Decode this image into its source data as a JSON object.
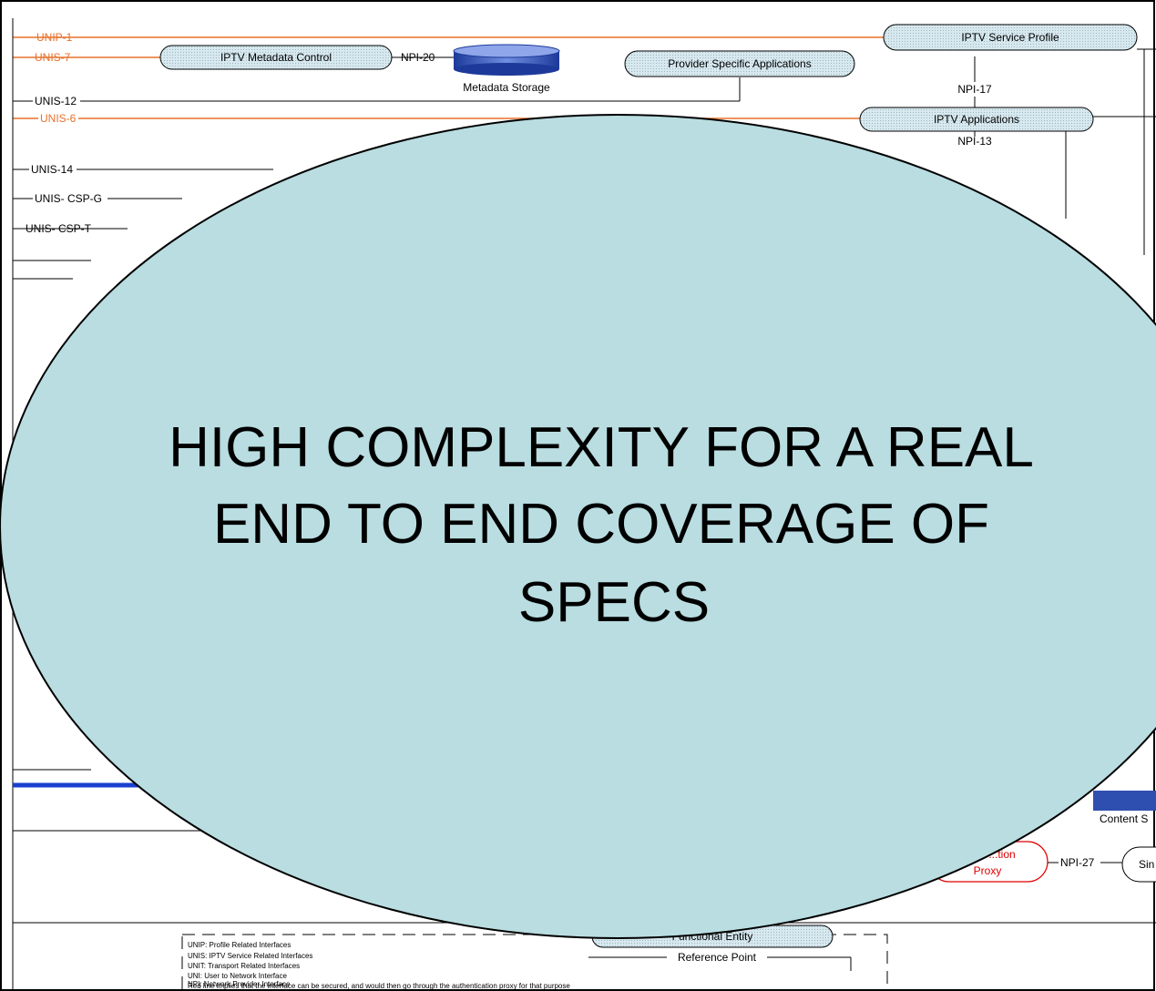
{
  "left_labels": {
    "unip1": "UNIP-1",
    "unis7": "UNIS-7",
    "unis12": "UNIS-12",
    "unis6": "UNIS-6",
    "unis14": "UNIS-14",
    "unis_csp_g": "UNIS- CSP-G",
    "unis_csp_t": "UNIS- CSP-T"
  },
  "nodes": {
    "service_profile": "IPTV Service Profile",
    "metadata_control": "IPTV Metadata Control",
    "provider_apps": "Provider Specific Applications",
    "iptv_apps": "IPTV Applications",
    "metadata_storage": "Metadata Storage",
    "content_s": "Content S",
    "proxy_line1": "...tion",
    "proxy_line2": "Proxy",
    "sin": "Sin"
  },
  "npi_labels": {
    "npi20": "NPI-20",
    "npi17": "NPI-17",
    "npi13": "NPI-13",
    "npi27": "NPI-27"
  },
  "overlay": {
    "line1": "HIGH COMPLEXITY FOR A REAL",
    "line2": "END TO END COVERAGE OF",
    "line3": "SPECS"
  },
  "legend": {
    "items": [
      "UNIP: Profile Related Interfaces",
      "UNIS: IPTV Service Related Interfaces",
      "UNIT: Transport Related Interfaces",
      "UNI: User to Network Interface",
      "NPI: Network Provider Interface",
      "Red line implies that the interface can be secured, and would then go through the authentication proxy for that purpose"
    ],
    "functional_entity": "Functional Entity",
    "reference_point": "Reference Point"
  },
  "colors": {
    "orange_line": "#e8702a",
    "node_fill": "#c8dde4",
    "overlay_fill": "#b9dde1",
    "storage_blue": "#2f4fb0",
    "red_node": "#e00000"
  }
}
